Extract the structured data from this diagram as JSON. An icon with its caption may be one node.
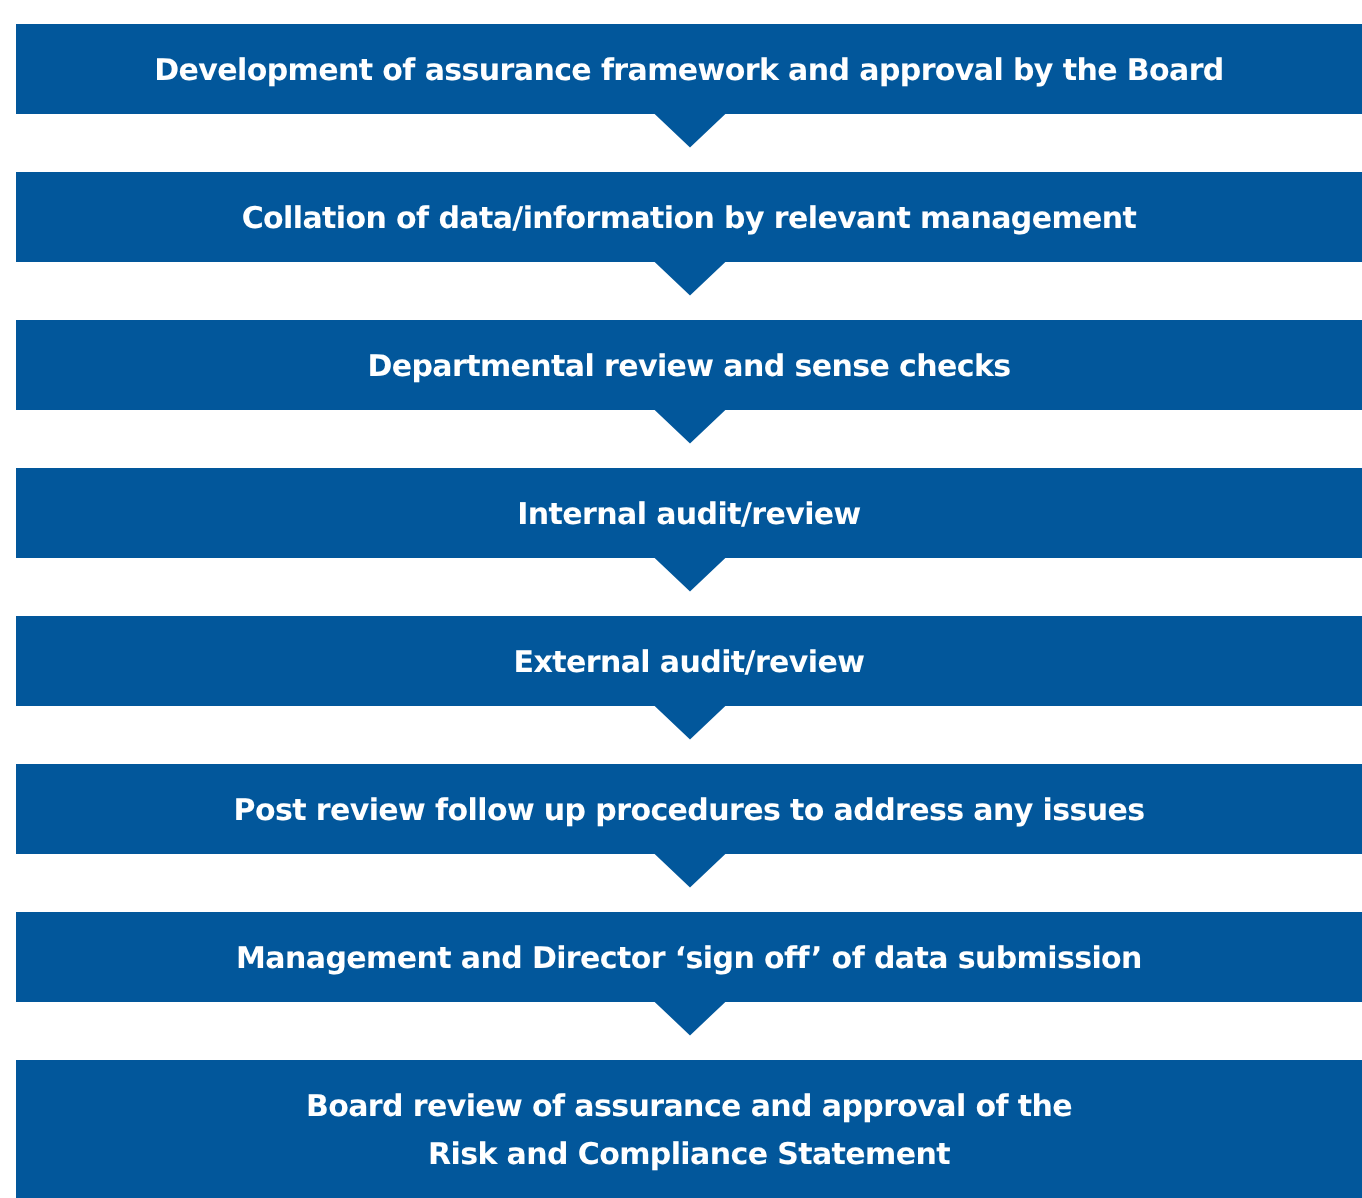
{
  "diagram": {
    "nodes": [
      {
        "text": [
          "Development of assurance framework and approval by the Board"
        ]
      },
      {
        "text": [
          "Collation of data/information by relevant management"
        ]
      },
      {
        "text": [
          "Departmental review and sense checks"
        ]
      },
      {
        "text": [
          "Internal audit/review"
        ]
      },
      {
        "text": [
          "External audit/review"
        ]
      },
      {
        "text": [
          "Post review follow up procedures to address any issues"
        ]
      },
      {
        "text": [
          "Management and Director ‘sign off’ of data submission"
        ]
      },
      {
        "text": [
          "Board review of assurance and approval of the Risk and Compliance Statement"
        ]
      }
    ],
    "edges": [
      {
        "from": 0,
        "to": 1,
        "arrow": "to"
      },
      {
        "from": 1,
        "to": 2,
        "arrow": "to"
      },
      {
        "from": 2,
        "to": 3,
        "arrow": "to"
      },
      {
        "from": 3,
        "to": 4,
        "arrow": "to"
      },
      {
        "from": 4,
        "to": 5,
        "arrow": "to"
      },
      {
        "from": 5,
        "to": 6,
        "arrow": "to"
      },
      {
        "from": 6,
        "to": 7,
        "arrow": "to"
      }
    ]
  }
}
